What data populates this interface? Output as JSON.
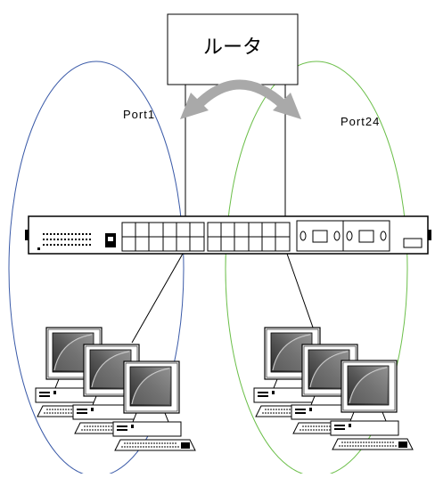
{
  "router": {
    "label": "ルータ"
  },
  "ports": {
    "left": {
      "label": "Port1",
      "color": "#3a5aa8"
    },
    "right": {
      "label": "Port24",
      "color": "#6cbf4a"
    }
  },
  "colors": {
    "line": "#000000",
    "arrow": "#a9a9a9",
    "screen_dark": "#3c3c3c"
  }
}
